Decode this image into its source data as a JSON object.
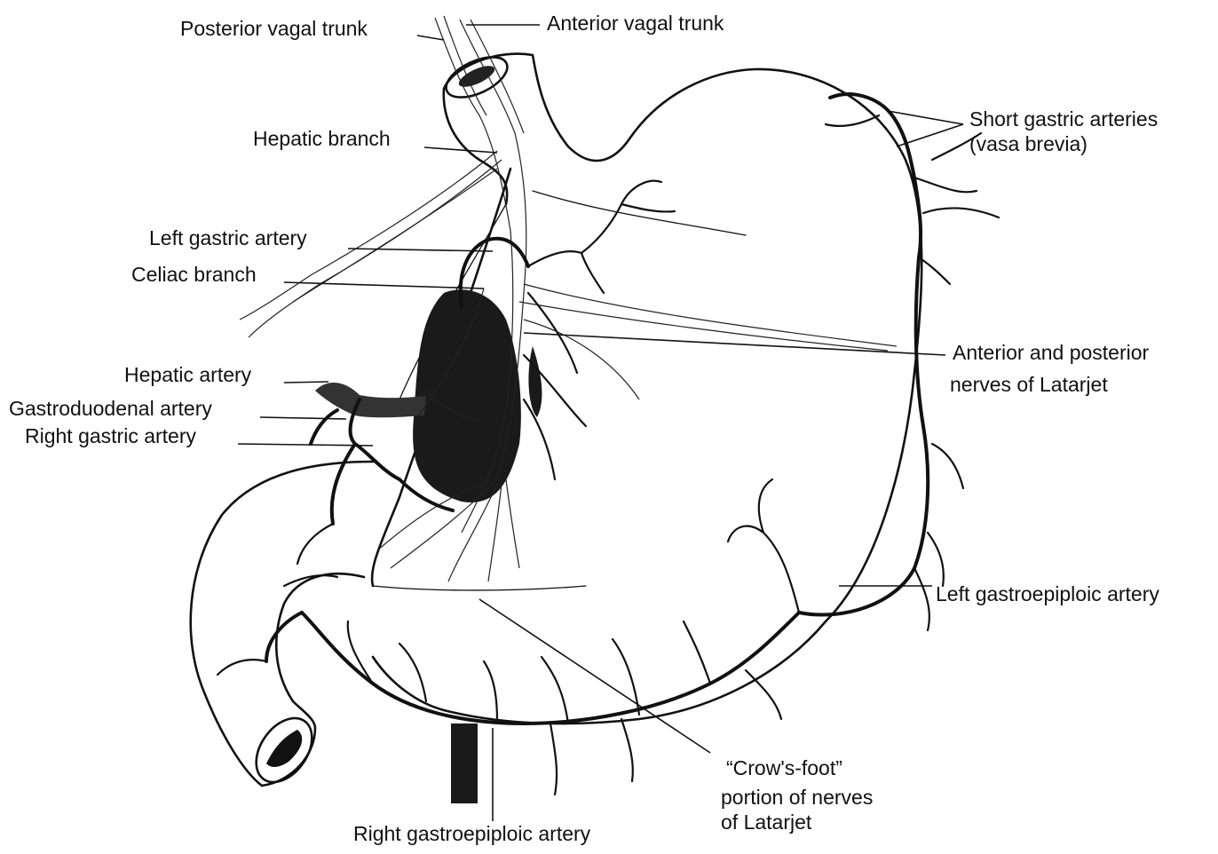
{
  "labels": {
    "posterior_vagal_trunk": "Posterior vagal trunk",
    "anterior_vagal_trunk": "Anterior vagal trunk",
    "hepatic_branch": "Hepatic branch",
    "short_gastric_1": "Short gastric arteries",
    "short_gastric_2": "(vasa brevia)",
    "left_gastric_artery": "Left gastric artery",
    "celiac_branch": "Celiac branch",
    "anterior_posterior_1": "Anterior and posterior",
    "anterior_posterior_2": "nerves of Latarjet",
    "hepatic_artery": "Hepatic artery",
    "gastroduodenal_artery": "Gastroduodenal artery",
    "right_gastric_artery": "Right gastric artery",
    "left_gastroepiploic_artery": "Left gastroepiploic artery",
    "crows_foot_1": "“Crow's-foot”",
    "crows_foot_2": "portion of nerves",
    "crows_foot_3": "of Latarjet",
    "right_gastroepiploic_artery": "Right gastroepiploic artery"
  }
}
